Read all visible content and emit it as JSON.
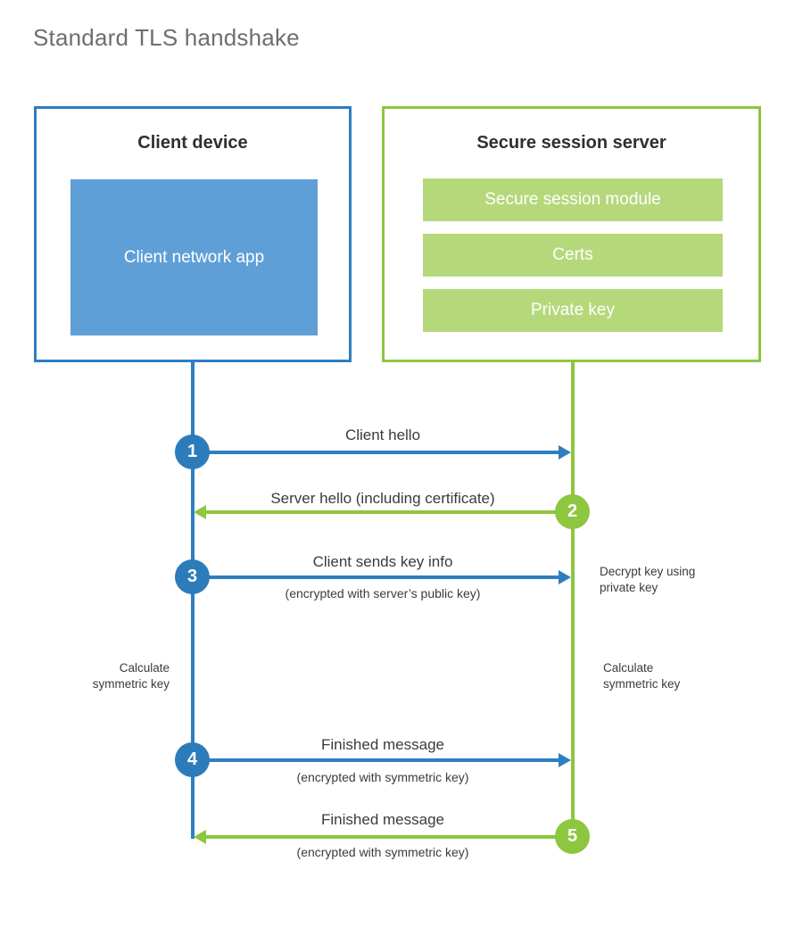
{
  "title": "Standard TLS handshake",
  "colors": {
    "client_accent": "#2f7ec0",
    "client_fill": "#5f9fd7",
    "server_accent": "#8dc63f",
    "server_fill": "#b5d97a",
    "step_blue": "#2d7cba",
    "step_green": "#8dc63f",
    "title_text": "#6e6e6e",
    "body_text": "#3b3b3b"
  },
  "participants": {
    "client": {
      "title": "Client device",
      "app_block": "Client network app"
    },
    "server": {
      "title": "Secure session server",
      "components": [
        "Secure session module",
        "Certs",
        "Private key"
      ]
    }
  },
  "steps": [
    {
      "number": "1",
      "label": "Client hello",
      "sublabel": "",
      "direction": "client-to-server",
      "color": "blue"
    },
    {
      "number": "2",
      "label": "Server hello (including certificate)",
      "sublabel": "",
      "direction": "server-to-client",
      "color": "green"
    },
    {
      "number": "3",
      "label": "Client sends key info",
      "sublabel": "(encrypted with server’s public key)",
      "direction": "client-to-server",
      "color": "blue"
    },
    {
      "number": "4",
      "label": "Finished message",
      "sublabel": "(encrypted with symmetric key)",
      "direction": "client-to-server",
      "color": "blue"
    },
    {
      "number": "5",
      "label": "Finished message",
      "sublabel": "(encrypted with symmetric key)",
      "direction": "server-to-client",
      "color": "green"
    }
  ],
  "annotations": {
    "server_decrypt": "Decrypt key using\nprivate key",
    "client_calculate": "Calculate\nsymmetric key",
    "server_calculate": "Calculate\nsymmetric key"
  }
}
